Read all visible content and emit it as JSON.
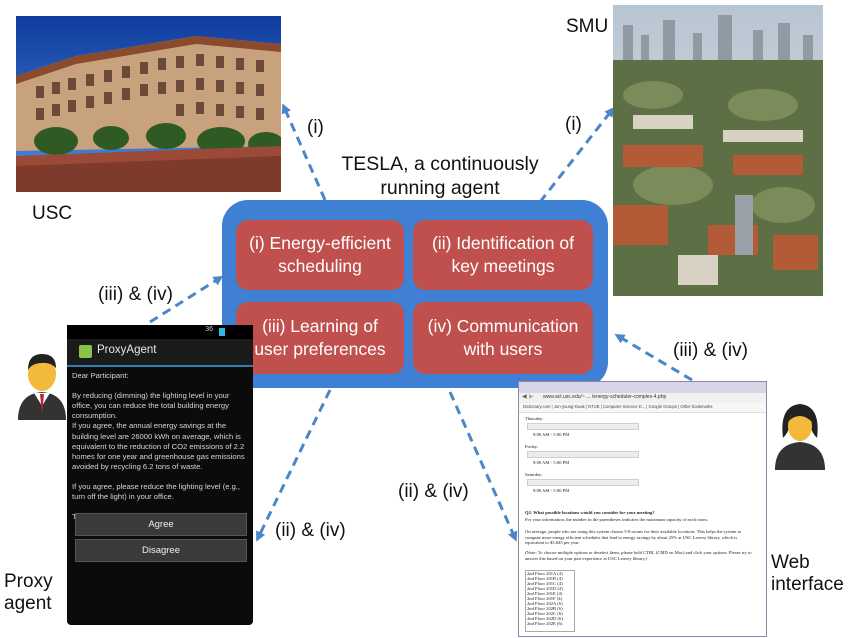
{
  "center": {
    "title": "TESLA, a continuously\nrunning agent",
    "capabilities": [
      "(i) Energy-efficient\nscheduling",
      "(ii) Identification of\nkey meetings",
      "(iii) Learning of\nuser preferences",
      "(iv) Communication\nwith users"
    ]
  },
  "sites": {
    "usc": "USC",
    "smu": "SMU"
  },
  "arrow_labels": {
    "to_usc": "(i)",
    "to_smu": "(i)",
    "from_proxy": "(iii) & (iv)",
    "from_web": "(iii) & (iv)",
    "to_proxy": "(ii) & (iv)",
    "to_web": "(ii) & (iv)"
  },
  "proxy_caption": "Proxy\nagent",
  "web_caption": "Web\ninterface",
  "phone": {
    "status": "36",
    "app_name": "ProxyAgent",
    "message": "Dear Participant:\n\nBy reducing (dimming) the lighting level in your office, you can reduce the total building energy consumption.\nIf you agree, the annual energy savings at the building level are 26000 kWh on average, which is equivalent to the reduction of CO2 emissions of 2.2 homes for one year and greenhouse gas emissions avoided by recycling 6.2 tons of waste.\n\nIf you agree, please reduce the lighting level (e.g., turn off the light) in your office.\n\nThanks for participating in a study on energy use.",
    "agree": "Agree",
    "disagree": "Disagree"
  },
  "browser": {
    "url": "www.act.usc.edu/~ ... /energy-scheduler-complex-4.php",
    "bookmarks": "Dictionary.com | Jun-young Kwak | NTUE | Computer Science D... | Google Groups | Other bookmarks",
    "days": [
      {
        "day": "Thursday:",
        "time": "9:00 AM - 5:00 PM"
      },
      {
        "day": "Friday:",
        "time": "9:00 AM - 5:00 PM"
      },
      {
        "day": "Saturday:",
        "time": "9:00 AM - 5:00 PM"
      }
    ],
    "question": "Q2. What possible locations would you consider for your meeting?",
    "q_note": "For your information, the number in the parentheses indicates the maximum capacity of each room.",
    "avg_note": "On average, people who are using this system choose 5-8 rooms for their available locations. This helps the system to compute more energy efficient schedules that lead to energy savings by about 25% at USC Leavey library, which is equivalent to $3,845 per year.",
    "multi_note": "(Note: To choose multiple options or deselect them, please hold CTRL (CMD on Mac) and click your options. Please try to answer this based on your past experience at USC Leavey library.)",
    "rooms": [
      "2nd Floor 201A (4)",
      "2nd Floor 201B (4)",
      "2nd Floor 201C (4)",
      "2nd Floor 201D (4)",
      "2nd Floor 201E (4)",
      "2nd Floor 201F (4)",
      "2nd Floor 202A (6)",
      "2nd Floor 202B (6)",
      "2nd Floor 202C (6)",
      "2nd Floor 202D (6)",
      "2nd Floor 202E (6)"
    ]
  },
  "colors": {
    "core": "#3f7fd4",
    "capability": "#c0504d",
    "arrow": "#4a86c8"
  }
}
